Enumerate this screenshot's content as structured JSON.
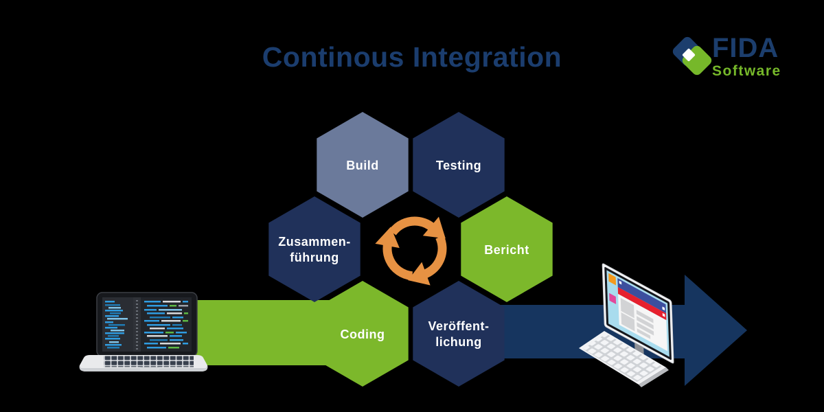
{
  "title": "Continous Integration",
  "logo": {
    "brand": "FIDA",
    "subtitle": "Software"
  },
  "pipeline": {
    "steps": [
      {
        "key": "build",
        "label": "Build"
      },
      {
        "key": "testing",
        "label": "Testing"
      },
      {
        "key": "merge",
        "label": "Zusammenführung",
        "line1": "Zusammen-",
        "line2": "führung"
      },
      {
        "key": "report",
        "label": "Bericht"
      },
      {
        "key": "coding",
        "label": "Coding"
      },
      {
        "key": "release",
        "label": "Veröffentlichung",
        "line1": "Veröffent-",
        "line2": "lichung"
      }
    ]
  },
  "icons": {
    "center": "sync-cycle-icon",
    "left": "laptop-code-icon",
    "right": "desktop-monitor-icon",
    "logo": "fida-diamond-check-icon",
    "flow": "right-arrow-icon"
  },
  "colors": {
    "background": "#000000",
    "title_navy": "#1b3d6e",
    "hex_navy": "#20315a",
    "hex_slate": "#6b7a9b",
    "green": "#7cb82b",
    "flow_navy": "#16355f",
    "orange": "#e79243",
    "logo_navy": "#1c3e6d",
    "logo_green": "#76b82a"
  }
}
